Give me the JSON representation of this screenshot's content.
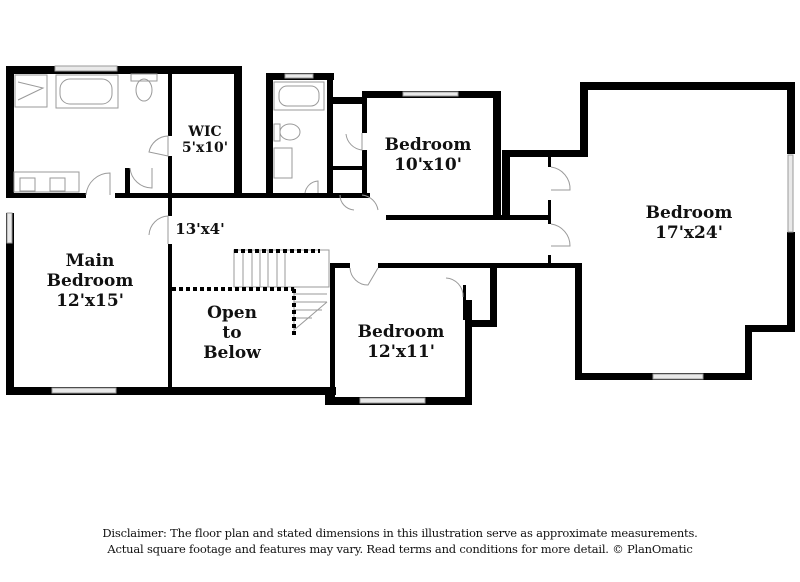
{
  "plan": {
    "rooms": [
      {
        "id": "wic",
        "name": "WIC",
        "size": "5'x10'"
      },
      {
        "id": "bedroom-2",
        "name": "Bedroom",
        "size": "10'x10'"
      },
      {
        "id": "bedroom-3",
        "name": "Bedroom",
        "size": "17'x24'"
      },
      {
        "id": "hall",
        "name": "",
        "size": "13'x4'"
      },
      {
        "id": "main-bedroom",
        "name_line1": "Main",
        "name_line2": "Bedroom",
        "size": "12'x15'"
      },
      {
        "id": "open-below",
        "line1": "Open",
        "line2": "to",
        "line3": "Below"
      },
      {
        "id": "bedroom-4",
        "name": "Bedroom",
        "size": "12'x11'"
      }
    ],
    "colors": {
      "wall": "#000000",
      "fixture": "#9a9a9a",
      "window": "#cfcfcf",
      "background": "#ffffff"
    }
  },
  "disclaimer": {
    "line1": "Disclaimer: The floor plan and stated dimensions in this illustration serve as approximate measurements.",
    "line2": "Actual square footage and features may vary. Read terms and conditions for more detail. © PlanOmatic"
  }
}
